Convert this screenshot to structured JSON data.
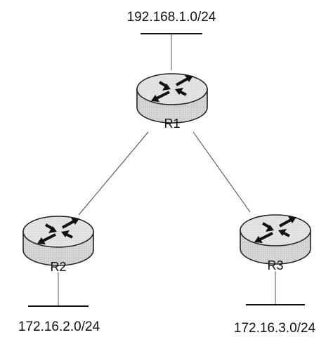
{
  "diagram": {
    "networks": [
      {
        "id": "net-r1",
        "label": "192.168.1.0/24"
      },
      {
        "id": "net-r2",
        "label": "172.16.2.0/24"
      },
      {
        "id": "net-r3",
        "label": "172.16.3.0/24"
      }
    ],
    "routers": [
      {
        "id": "r1",
        "label": "R1"
      },
      {
        "id": "r2",
        "label": "R2"
      },
      {
        "id": "r3",
        "label": "R3"
      }
    ],
    "links": [
      {
        "from": "R1",
        "to": "R2"
      },
      {
        "from": "R1",
        "to": "R3"
      }
    ]
  }
}
